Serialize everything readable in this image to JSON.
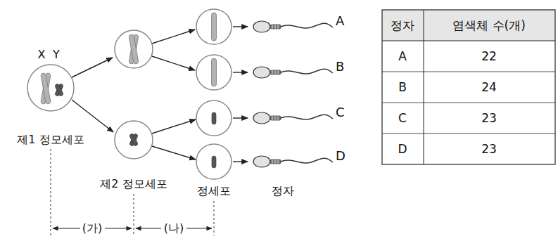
{
  "diagram": {
    "nodes": [
      {
        "text": [
          "제1 정모세포"
        ]
      },
      {
        "text": [
          "A"
        ]
      },
      {
        "text": [
          "B"
        ]
      },
      {
        "text": [
          "C"
        ]
      },
      {
        "text": [
          "D"
        ]
      }
    ],
    "labels": [
      "X",
      "Y",
      "제2 정모세포",
      "정세포",
      "정자",
      "(가)",
      "(나)",
      "정자",
      "염색체 수(개)",
      "A",
      "22",
      "B",
      "24",
      "C",
      "23",
      "D",
      "23"
    ]
  }
}
